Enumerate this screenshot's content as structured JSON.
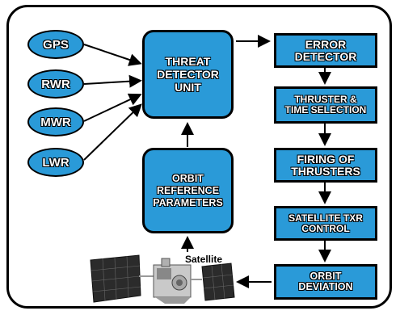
{
  "inputs": [
    "GPS",
    "RWR",
    "MWR",
    "LWR"
  ],
  "threat_detector": "THREAT DETECTOR UNIT",
  "orbit_reference": "ORBIT REFERENCE PARAMETERS",
  "error_detector": "ERROR DETECTOR",
  "thruster_time": "THRUSTER & TIME SELECTION",
  "firing": "FIRING OF THRUSTERS",
  "satellite_control": "SATELLITE TXR CONTROL",
  "orbit_deviation": "ORBIT DEVIATION",
  "satellite_label": "Satellite"
}
